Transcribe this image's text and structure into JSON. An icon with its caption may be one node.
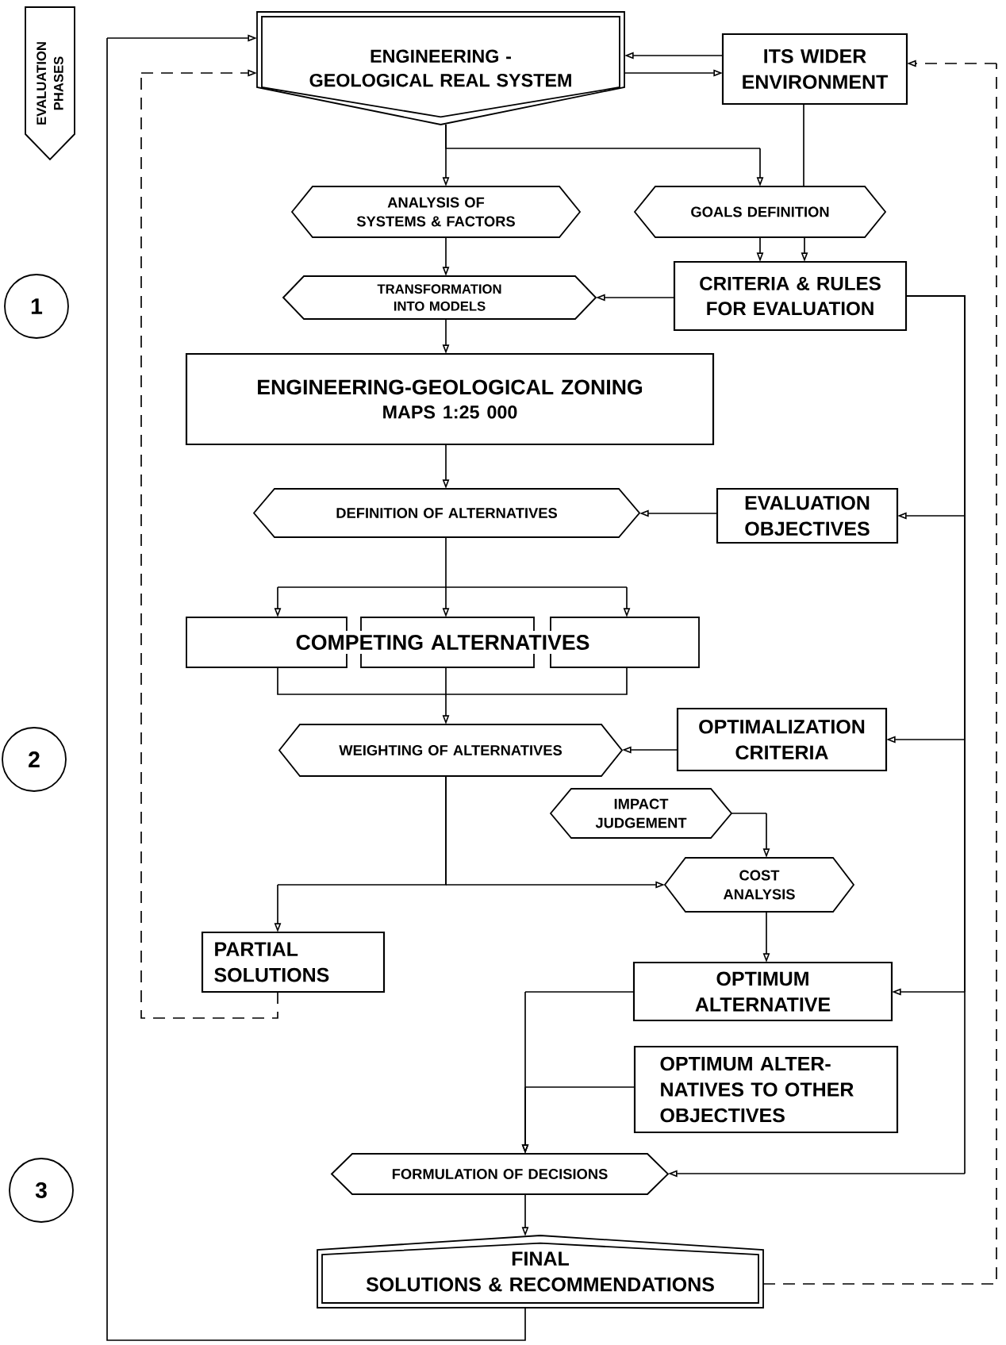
{
  "diagram": {
    "nodes": [
      {
        "text": [
          "ENGINEERING - GEOLOGICAL REAL SYSTEM"
        ]
      },
      {
        "text": [
          "ITS WIDER ENVIRONMENT"
        ]
      },
      {
        "text": [
          "ANALYSIS OF SYSTEMS & FACTORS"
        ]
      },
      {
        "text": [
          "GOALS DEFINITION"
        ]
      },
      {
        "text": [
          "TRANSFORMATION INTO MODELS"
        ]
      },
      {
        "text": [
          "CRITERIA & RULES FOR EVALUATION"
        ]
      },
      {
        "text": [
          "ENGINEERING-GEOLOGICAL ZONING",
          "MAPS 1:25 000"
        ]
      },
      {
        "text": [
          "DEFINITION OF ALTERNATIVES"
        ]
      },
      {
        "text": [
          "EVALUATION OBJECTIVES"
        ]
      },
      {
        "text": [
          "COMPETING ALTERNATIVES"
        ]
      },
      {
        "text": [
          "WEIGHTING OF ALTERNATIVES"
        ]
      },
      {
        "text": [
          "OPTIMALIZATION CRITERIA"
        ]
      },
      {
        "text": [
          "IMPACT JUDGEMENT"
        ]
      },
      {
        "text": [
          "COST ANALYSIS"
        ]
      },
      {
        "text": [
          "PARTIAL SOLUTIONS"
        ]
      },
      {
        "text": [
          "OPTIMUM ALTERNATIVE"
        ]
      },
      {
        "text": [
          "OPTIMUM ALTER-NATIVES TO OTHER OBJECTIVES"
        ]
      },
      {
        "text": [
          "FORMULATION OF DECISIONS"
        ]
      },
      {
        "text": [
          "FINAL",
          "SOLUTIONS & RECOMMENDATIONS"
        ]
      },
      {
        "text": [
          "EVALUATION PHASES"
        ]
      },
      {
        "text": [
          "1"
        ]
      },
      {
        "text": [
          "2"
        ]
      },
      {
        "text": [
          "3"
        ]
      }
    ],
    "edges": [
      {
        "from": 0,
        "to": 2,
        "arrow": "to"
      },
      {
        "from": 0,
        "to": 3,
        "arrow": "to"
      },
      {
        "from": 1,
        "to": 0,
        "arrow": "to"
      },
      {
        "from": 0,
        "to": 1,
        "arrow": "to"
      },
      {
        "from": 1,
        "to": 3,
        "arrow": "none"
      },
      {
        "from": 3,
        "to": 5,
        "arrow": "to"
      },
      {
        "from": 3,
        "to": 5,
        "arrow": "to"
      },
      {
        "from": 2,
        "to": 4,
        "arrow": "to"
      },
      {
        "from": 5,
        "to": 4,
        "arrow": "to"
      },
      {
        "from": 4,
        "to": 6,
        "arrow": "to"
      },
      {
        "from": 6,
        "to": 7,
        "arrow": "to"
      },
      {
        "from": 8,
        "to": 7,
        "arrow": "to"
      },
      {
        "from": 5,
        "to": 8,
        "arrow": "to"
      },
      {
        "from": 5,
        "to": 11,
        "arrow": "to"
      },
      {
        "from": 5,
        "to": 15,
        "arrow": "to"
      },
      {
        "from": 5,
        "to": 17,
        "arrow": "to"
      },
      {
        "from": 7,
        "to": 9,
        "arrow": "to"
      },
      {
        "from": 9,
        "to": 10,
        "arrow": "to"
      },
      {
        "from": 11,
        "to": 10,
        "arrow": "to"
      },
      {
        "from": 10,
        "to": 14,
        "arrow": "to"
      },
      {
        "from": 10,
        "to": 13,
        "arrow": "to"
      },
      {
        "from": 12,
        "to": 13,
        "arrow": "to"
      },
      {
        "from": 13,
        "to": 15,
        "arrow": "to"
      },
      {
        "from": 15,
        "to": 17,
        "arrow": "to"
      },
      {
        "from": 16,
        "to": 17,
        "arrow": "to"
      },
      {
        "from": 17,
        "to": 18,
        "arrow": "to"
      },
      {
        "from": 18,
        "to": 0,
        "arrow": "to"
      },
      {
        "from": 14,
        "to": 0,
        "arrow": "to",
        "style": "dashed"
      },
      {
        "from": 18,
        "to": 1,
        "arrow": "to",
        "style": "dashed"
      }
    ]
  }
}
